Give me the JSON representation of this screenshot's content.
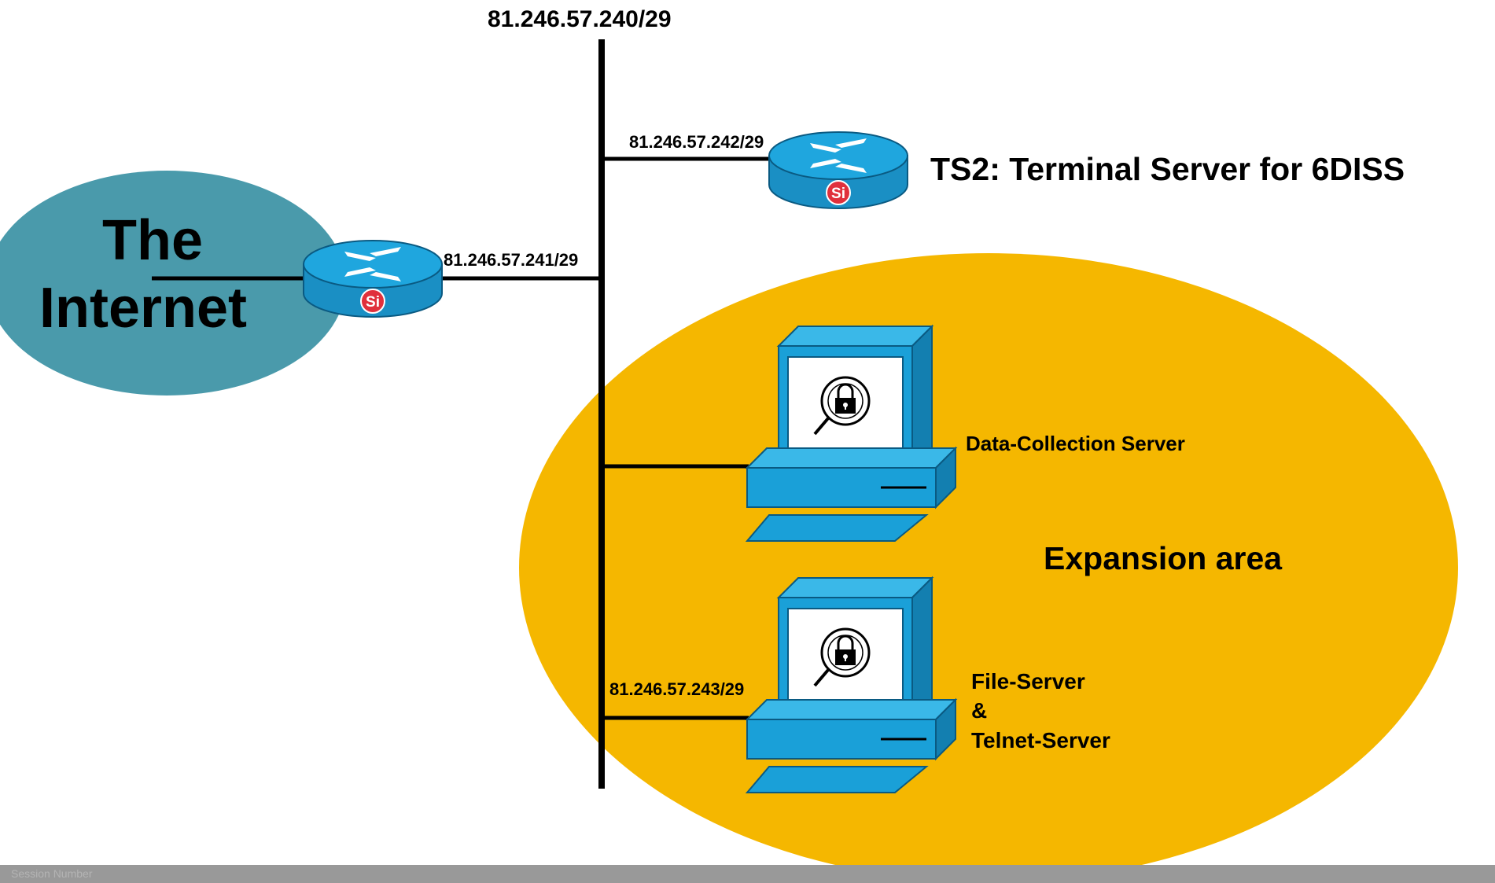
{
  "network": {
    "subnet_label": "81.246.57.240/29"
  },
  "internet": {
    "label_line1": "The",
    "label_line2": "Internet"
  },
  "routers": {
    "gateway": {
      "ip_label": "81.246.57.241/29",
      "badge": "Si"
    },
    "ts2": {
      "ip_label": "81.246.57.242/29",
      "badge": "Si",
      "description": "TS2: Terminal Server for 6DISS"
    }
  },
  "expansion": {
    "label": "Expansion area"
  },
  "servers": {
    "data_collection": {
      "label": "Data-Collection Server"
    },
    "file_server": {
      "ip_label": "81.246.57.243/29",
      "label_line1": "File-Server",
      "label_line2": "&",
      "label_line3": "Telnet-Server"
    }
  },
  "footer": {
    "text": "Session Number"
  },
  "colors": {
    "internet_cloud": "#4a9aab",
    "expansion_area": "#f5b700",
    "device_blue": "#1aa0d8",
    "badge_red": "#e0303c",
    "footer": "#999999"
  }
}
